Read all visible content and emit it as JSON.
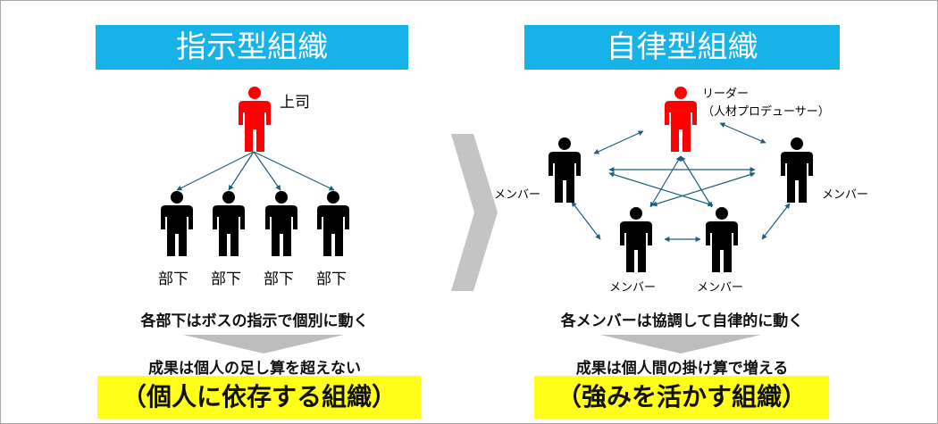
{
  "left": {
    "title": "指示型組織",
    "boss_label": "上司",
    "subordinate_labels": [
      "部下",
      "部下",
      "部下",
      "部下"
    ],
    "description": "各部下はボスの指示で個別に動く",
    "result_line": "成果は個人の足し算を超えない",
    "highlight": "（個人に依存する組織）"
  },
  "right": {
    "title": "自律型組織",
    "leader_label_line1": "リーダー",
    "leader_label_line2": "（人材プロデューサー）",
    "member_labels": [
      "メンバー",
      "メンバー",
      "メンバー",
      "メンバー"
    ],
    "description": "各メンバーは協調して自律的に動く",
    "result_line": "成果は個人間の掛け算で増える",
    "highlight": "（強みを活かす組織）"
  },
  "colors": {
    "banner": "#17b3e8",
    "highlight": "#ffff19",
    "leader": "#ff0000",
    "member": "#000000",
    "connector": "#1f5d7a",
    "arrow_gray": "#bfbfbf"
  }
}
